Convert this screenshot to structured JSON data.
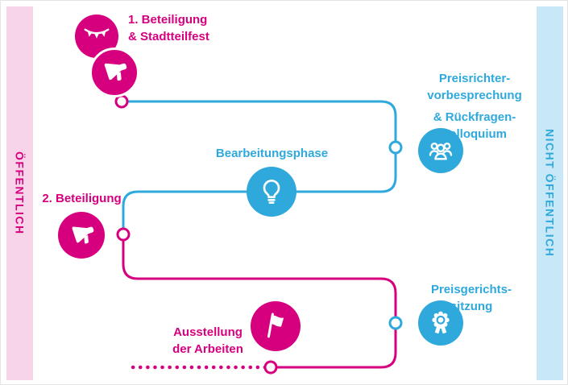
{
  "palette": {
    "pink": "#d6007f",
    "blue": "#2fa9dc",
    "pink_band_bg": "#f7d4e8",
    "blue_band_bg": "#c9e8f7"
  },
  "bands": {
    "left": {
      "label": "ÖFFENTLICH"
    },
    "right": {
      "label": "NICHT ÖFFENTLICH"
    }
  },
  "steps": {
    "participation1": {
      "line1": "1. Beteiligung",
      "line2": "& Stadtteilfest",
      "icons": [
        "bunting-icon",
        "megaphone-icon"
      ]
    },
    "jury_briefing": {
      "line1": "Preisrichter-",
      "line2": "vorbesprechung",
      "line3": "& Rückfragen-",
      "line4": "kolloquium",
      "icon": "jury-people-icon"
    },
    "work_phase": {
      "label": "Bearbeitungsphase",
      "icon": "lightbulb-icon"
    },
    "participation2": {
      "label": "2. Beteiligung",
      "icon": "megaphone-icon"
    },
    "jury_session": {
      "line1": "Preisgerichts-",
      "line2": "sitzung",
      "icon": "award-rosette-icon"
    },
    "exhibition": {
      "line1": "Ausstellung",
      "line2": "der Arbeiten",
      "icon": "flag-icon"
    }
  }
}
